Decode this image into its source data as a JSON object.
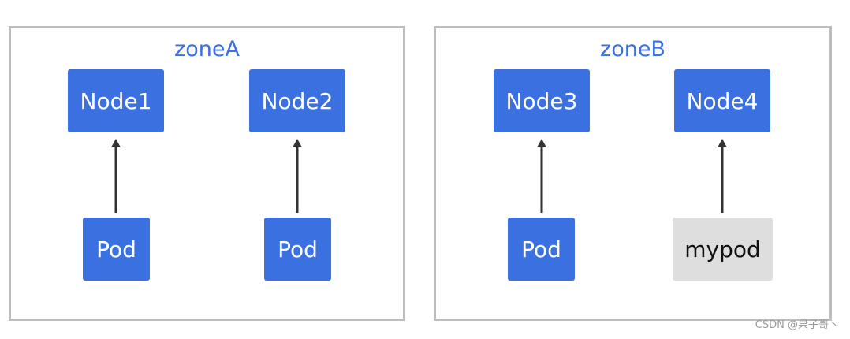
{
  "zones": [
    {
      "title": "zoneA",
      "nodes": [
        "Node1",
        "Node2"
      ],
      "pods": [
        "Pod",
        "Pod"
      ]
    },
    {
      "title": "zoneB",
      "nodes": [
        "Node3",
        "Node4"
      ],
      "pods": [
        "Pod",
        "mypod"
      ]
    }
  ],
  "colors": {
    "primary": "#3a70e0",
    "special_pod": "#dedede",
    "zone_border": "#bdbdbd",
    "arrow": "#333333"
  },
  "watermark": "CSDN @果子哥丶"
}
